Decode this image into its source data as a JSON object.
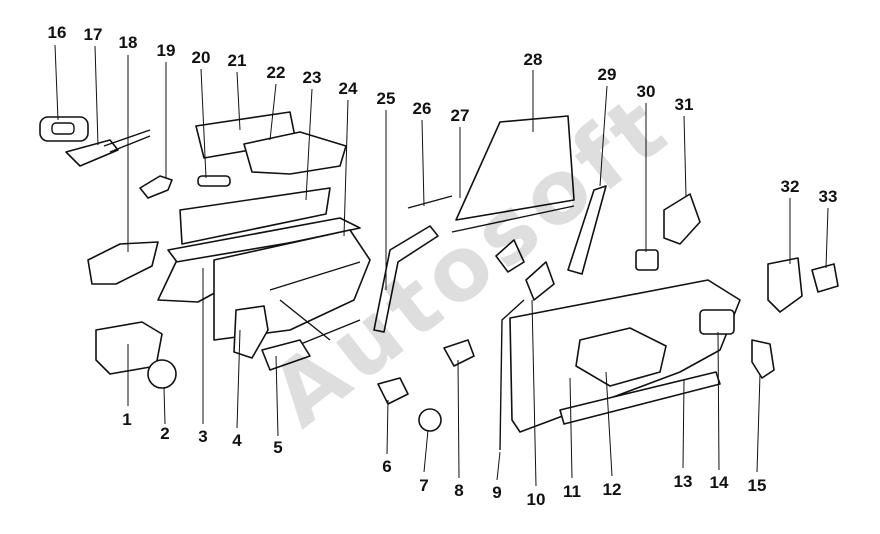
{
  "diagram": {
    "labels": [
      "1",
      "2",
      "3",
      "4",
      "5",
      "6",
      "7",
      "8",
      "9",
      "10",
      "11",
      "12",
      "13",
      "14",
      "15",
      "16",
      "17",
      "18",
      "19",
      "20",
      "21",
      "22",
      "23",
      "24",
      "25",
      "26",
      "27",
      "28",
      "29",
      "30",
      "31",
      "32",
      "33"
    ]
  },
  "watermark": {
    "text": "Autosoft"
  }
}
